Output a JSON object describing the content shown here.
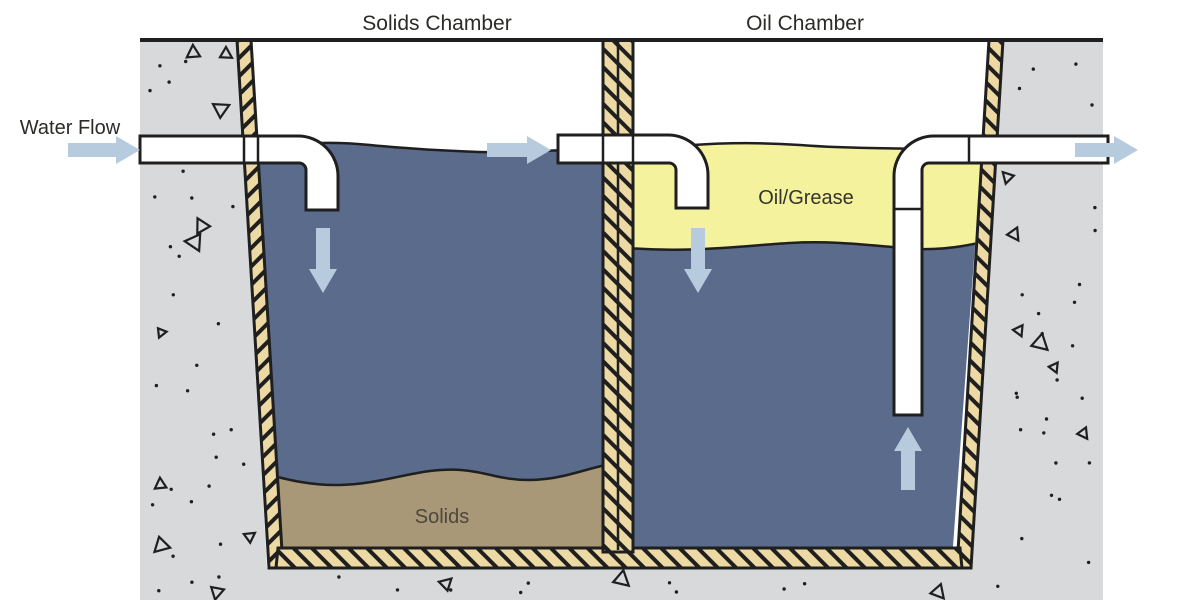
{
  "labels": {
    "water_flow": "Water Flow",
    "solids_chamber": "Solids Chamber",
    "oil_chamber": "Oil Chamber",
    "oil_grease": "Oil/Grease",
    "solids": "Solids"
  },
  "colors": {
    "background": "#ffffff",
    "concrete": "#d8d9da",
    "wall_tan": "#ecd9a4",
    "water": "#5a6b8c",
    "oil": "#f5f29e",
    "solids": "#a89877",
    "flow_arrow": "#b7cbde",
    "outline": "#1f1f1f",
    "label_text": "#2b2b28",
    "solids_label": "#4d473d",
    "oil_label": "#35342c"
  },
  "icons": {
    "flow_arrows": [
      {
        "name": "inlet-flow-arrow-icon",
        "direction": "right"
      },
      {
        "name": "solids-chamber-down-arrow-icon",
        "direction": "down"
      },
      {
        "name": "transfer-flow-arrow-icon",
        "direction": "right"
      },
      {
        "name": "oil-chamber-down-arrow-icon",
        "direction": "down"
      },
      {
        "name": "riser-up-arrow-icon",
        "direction": "up"
      },
      {
        "name": "outlet-flow-arrow-icon",
        "direction": "right"
      }
    ]
  }
}
